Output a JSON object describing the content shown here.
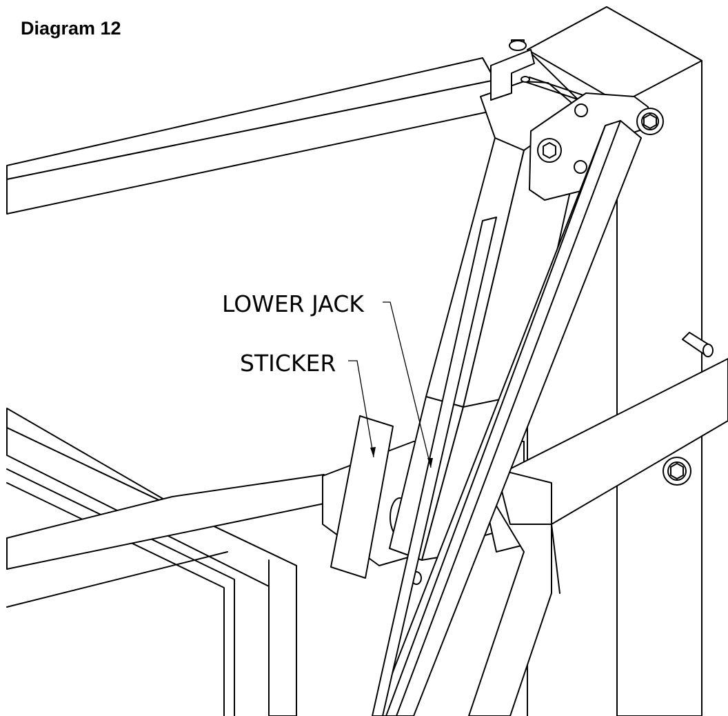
{
  "title": "Diagram 12",
  "callouts": {
    "lower_jack": "LOWER JACK",
    "sticker": "STICKER"
  },
  "colors": {
    "line": "#000000",
    "background": "#ffffff"
  }
}
